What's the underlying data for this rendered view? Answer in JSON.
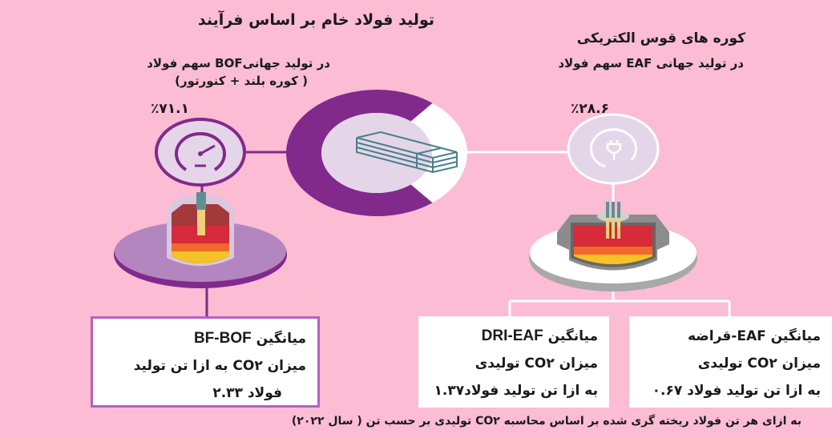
{
  "title": "تولید فولاد خام بر اساس فرآیند",
  "bof": {
    "subtitle_line1": "در تولید جهانیBOF سهم فولاد",
    "subtitle_line2": "( کوره بلند + کنورتور)",
    "share": "٪۷۱.۱",
    "share_value": 71.1,
    "box": {
      "line1_pre": "میانگین ",
      "line1_bold": "BF-BOF",
      "line2": "میزان CO۲ به ازا تن تولید",
      "line3": "فولاد ۲.۳۳"
    }
  },
  "eaf": {
    "title": "کوره های قوس الکتریکی",
    "subtitle": "در تولید جهانی EAF سهم فولاد",
    "share": "٪۲۸.۶",
    "share_value": 28.6,
    "dri_box": {
      "line1_pre": "میانگین ",
      "line1_bold": "DRI-EAF",
      "line2": "میزان CO۲ تولیدی",
      "line3": "به ازا تن تولید فولاد۱.۳۷"
    },
    "scrap_box": {
      "line1": "میانگین EAF-قراضه",
      "line2": "میزان CO۲ تولیدی",
      "line3": "به ازا تن تولید فولاد ۰.۶۷"
    }
  },
  "footer": "به ازای هر تن فولاد ریخته گری شده بر اساس محاسبه CO۲ تولیدی بر حسب تن ( سال ۲۰۲۲)",
  "colors": {
    "background": "#fbbcd4",
    "purple": "#82298c",
    "light_purple": "#b386c0",
    "lavender": "#e4d6e8"
  }
}
